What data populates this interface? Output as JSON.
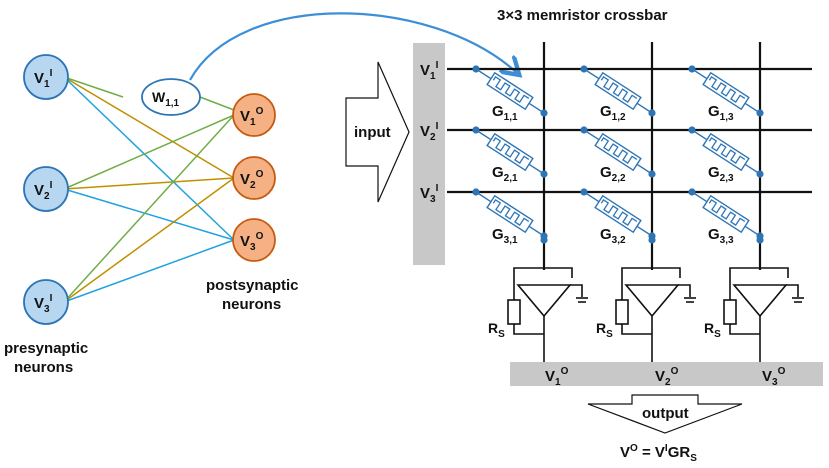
{
  "title": "3×3 memristor crossbar",
  "network": {
    "pre_label_line1": "presynaptic",
    "pre_label_line2": "neurons",
    "post_label_line1": "postsynaptic",
    "post_label_line2": "neurons",
    "weight_base": "W",
    "weight_sub": "1,1",
    "pre_neurons": [
      {
        "base": "V",
        "sub": "1",
        "sup": "I"
      },
      {
        "base": "V",
        "sub": "2",
        "sup": "I"
      },
      {
        "base": "V",
        "sub": "3",
        "sup": "I"
      }
    ],
    "post_neurons": [
      {
        "base": "V",
        "sub": "1",
        "sup": "O"
      },
      {
        "base": "V",
        "sub": "2",
        "sup": "O"
      },
      {
        "base": "V",
        "sub": "3",
        "sup": "O"
      }
    ]
  },
  "crossbar": {
    "input_label": "input",
    "output_label": "output",
    "row_inputs": [
      {
        "base": "V",
        "sub": "1",
        "sup": "I"
      },
      {
        "base": "V",
        "sub": "2",
        "sup": "I"
      },
      {
        "base": "V",
        "sub": "3",
        "sup": "I"
      }
    ],
    "conductances": [
      [
        "1,1",
        "1,2",
        "1,3"
      ],
      [
        "2,1",
        "2,2",
        "2,3"
      ],
      [
        "3,1",
        "3,2",
        "3,3"
      ]
    ],
    "conductance_base": "G",
    "resistor_base": "R",
    "resistor_sub": "S",
    "outputs": [
      {
        "base": "V",
        "sub": "1",
        "sup": "O"
      },
      {
        "base": "V",
        "sub": "2",
        "sup": "O"
      },
      {
        "base": "V",
        "sub": "3",
        "sup": "O"
      }
    ],
    "equation": {
      "lhs_base": "V",
      "lhs_sup": "O",
      "eq": " = ",
      "v": "V",
      "v_sup": "I",
      "g": "GR",
      "r_sub": "S"
    }
  },
  "colors": {
    "neuron_in_fill": "#b7d7f0",
    "neuron_in_stroke": "#2e75b6",
    "neuron_out_fill": "#f5b183",
    "neuron_out_stroke": "#c55a11",
    "edge_green": "#70ad47",
    "edge_gold": "#bf9000",
    "edge_cyan": "#1fa3e0",
    "arrow_blue": "#3c8fd6",
    "panel_gray": "#c8c8c8",
    "memristor_blue": "#2e75b6",
    "node_blue": "#2e75b6"
  }
}
